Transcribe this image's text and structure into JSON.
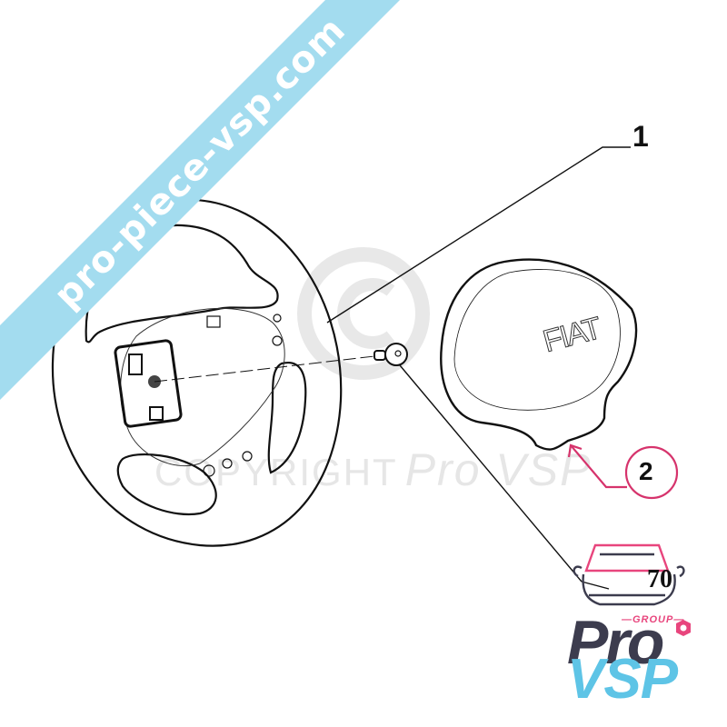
{
  "diagram": {
    "type": "exploded-parts-diagram",
    "subject": "steering wheel and airbag assembly",
    "callouts": [
      {
        "id": "1",
        "label": "1",
        "part": "steering wheel"
      },
      {
        "id": "2",
        "label": "2",
        "part": "driver airbag module",
        "highlight_color": "#d6336c"
      },
      {
        "id": "70",
        "label": "70",
        "part": "fixing screw"
      }
    ],
    "airbag_emblem": "FIAT"
  },
  "watermarks": {
    "banner_text": "pro-piece-vsp.com",
    "banner_color": "#a3dcef",
    "copyright_text": "COPYRIGHT",
    "copyright_brand": "Pro VSP"
  },
  "logo": {
    "group_label": "—GROUP—",
    "pro_label": "Pro",
    "vsp_label": "VSP",
    "colors": {
      "pink": "#e8457d",
      "dark": "#3c3c4e",
      "blue": "#5ec4e6"
    }
  }
}
